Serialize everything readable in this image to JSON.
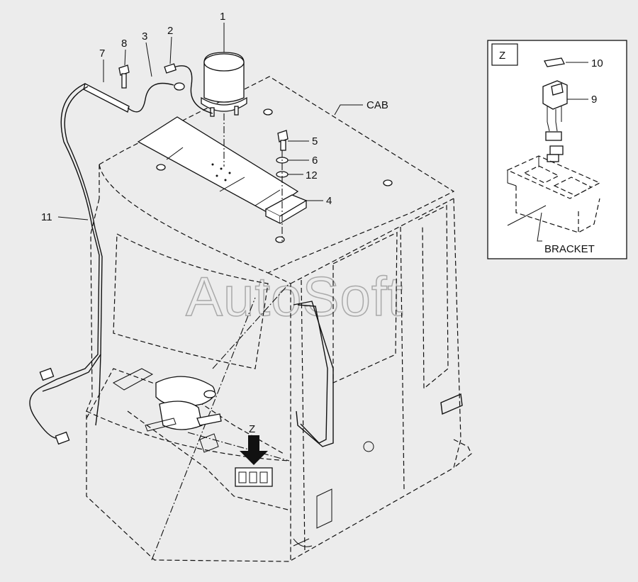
{
  "watermark": "AutoSoft",
  "cab_label": "CAB",
  "view_marker": "Z",
  "inset": {
    "view_tag": "Z",
    "bracket_label": "BRACKET"
  },
  "callouts": [
    {
      "id": "c1",
      "text": "1",
      "part": "rotating beacon lamp"
    },
    {
      "id": "c2",
      "text": "2",
      "part": "connector"
    },
    {
      "id": "c3",
      "text": "3",
      "part": "wire lead"
    },
    {
      "id": "c4",
      "text": "4",
      "part": "mounting plate"
    },
    {
      "id": "c5",
      "text": "5",
      "part": "bolt"
    },
    {
      "id": "c6",
      "text": "6",
      "part": "washer"
    },
    {
      "id": "c7",
      "text": "7",
      "part": "wire sleeve"
    },
    {
      "id": "c8",
      "text": "8",
      "part": "bolt"
    },
    {
      "id": "c9",
      "text": "9",
      "part": "switch"
    },
    {
      "id": "c10",
      "text": "10",
      "part": "label plate"
    },
    {
      "id": "c11",
      "text": "11",
      "part": "harness"
    },
    {
      "id": "c12",
      "text": "12",
      "part": "lock washer"
    }
  ],
  "colors": {
    "background": "#ececec",
    "ink": "#111111",
    "watermark": "#a9a9a9"
  }
}
